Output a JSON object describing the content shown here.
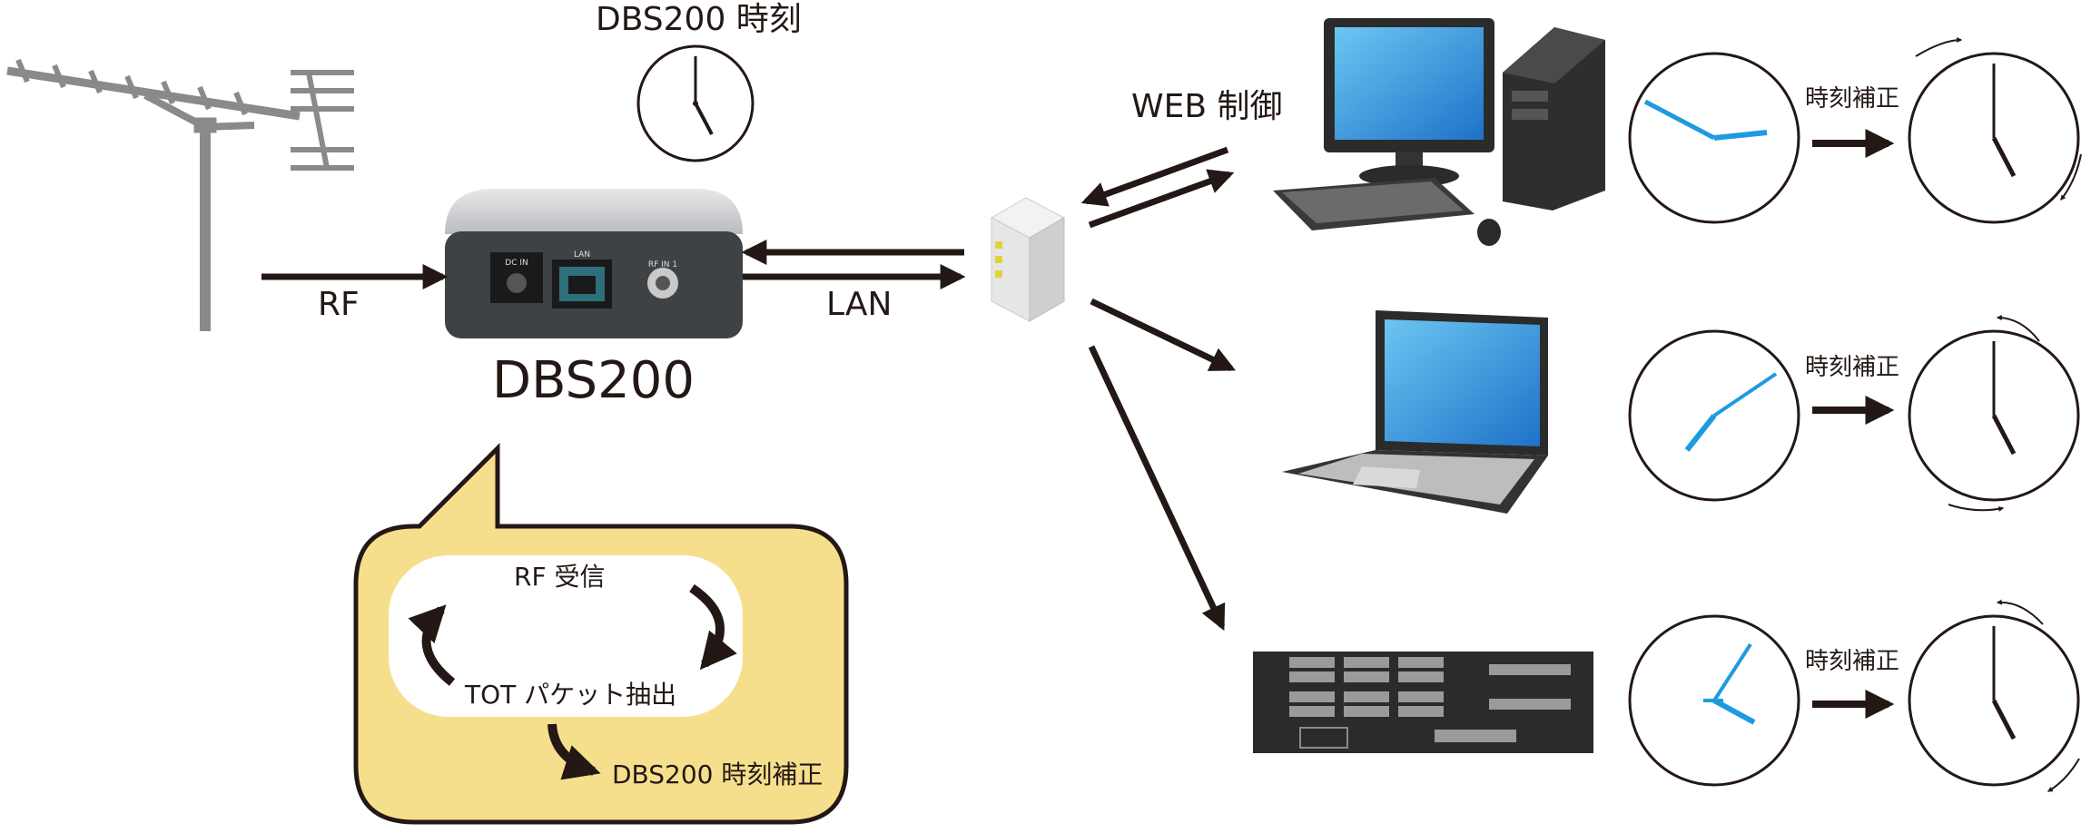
{
  "labels": {
    "dbs_time": "DBS200 時刻",
    "rf": "RF",
    "lan": "LAN",
    "device_name": "DBS200",
    "web_control": "WEB 制御",
    "rf_receive": "RF 受信",
    "tot_extract": "TOT パケット抽出",
    "dbs_correct": "DBS200 時刻補正",
    "correct_1": "時刻補正",
    "correct_2": "時刻補正",
    "correct_3": "時刻補正"
  },
  "device_ports": {
    "dc_in": "DC IN",
    "lan": "LAN",
    "rf_in": "RF IN 1"
  },
  "colors": {
    "ink": "#231815",
    "hand_blue": "#1e9be0",
    "bubble_fill": "#f6df8c",
    "screen_blue": "#2a8fd8"
  }
}
